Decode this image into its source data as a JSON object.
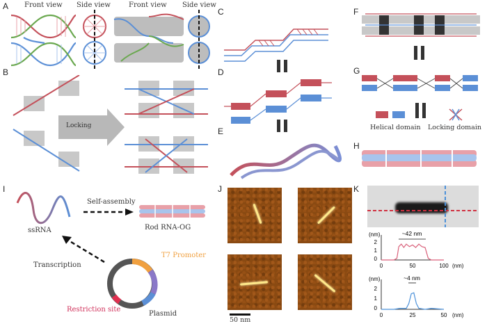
{
  "panels": [
    "A",
    "B",
    "C",
    "D",
    "E",
    "F",
    "G",
    "H",
    "I",
    "J",
    "K"
  ],
  "panelA": {
    "front1": "Front view",
    "side1": "Side view",
    "front2": "Front view",
    "side2": "Side view"
  },
  "panelB": {
    "locking": "Locking"
  },
  "panelG": {
    "helical": "Helical domain",
    "locking": "Locking domain"
  },
  "panelI": {
    "ssrna": "ssRNA",
    "self_assembly": "Self-assembly",
    "rod": "Rod RNA-OG",
    "transcription": "Transcription",
    "t7": "T7 Promoter",
    "restriction": "Restriction site",
    "plasmid": "Plasmid"
  },
  "panelJ": {
    "scale": "50 nm"
  },
  "panelK": {
    "chart_data": [
      {
        "type": "line",
        "annotation": "~42 nm",
        "ylabel": "(nm)",
        "xlabel": "(nm)",
        "xticks": [
          "0",
          "50",
          "100"
        ],
        "yticks": [
          "0",
          "1",
          "2"
        ],
        "xlim": [
          0,
          100
        ],
        "ylim": [
          0,
          2.5
        ],
        "x": [
          0,
          20,
          25,
          28,
          32,
          36,
          40,
          45,
          50,
          55,
          60,
          65,
          70,
          75,
          80,
          100
        ],
        "y": [
          0,
          0,
          0.2,
          1.6,
          1.9,
          1.5,
          1.9,
          1.6,
          1.8,
          1.5,
          1.9,
          1.6,
          1.5,
          0.2,
          0,
          0
        ],
        "color": "#d9607a"
      },
      {
        "type": "line",
        "annotation": "~4 nm",
        "ylabel": "(nm)",
        "xlabel": "(nm)",
        "xticks": [
          "0",
          "25",
          "50"
        ],
        "yticks": [
          "0",
          "1",
          "2"
        ],
        "xlim": [
          0,
          50
        ],
        "ylim": [
          0,
          2.5
        ],
        "x": [
          0,
          10,
          15,
          20,
          22,
          24,
          26,
          28,
          30,
          35,
          40,
          50
        ],
        "y": [
          0,
          0,
          0.1,
          0.1,
          0.6,
          1.6,
          1.7,
          0.6,
          0.1,
          0,
          0.1,
          0
        ],
        "color": "#4a90d9"
      }
    ]
  },
  "colors": {
    "red": "#c4505a",
    "blue": "#5b8fd6",
    "pink": "#e8a0a8",
    "lightblue": "#a8c4ec",
    "gray": "#bdbdbd",
    "orange": "#f0a040"
  }
}
